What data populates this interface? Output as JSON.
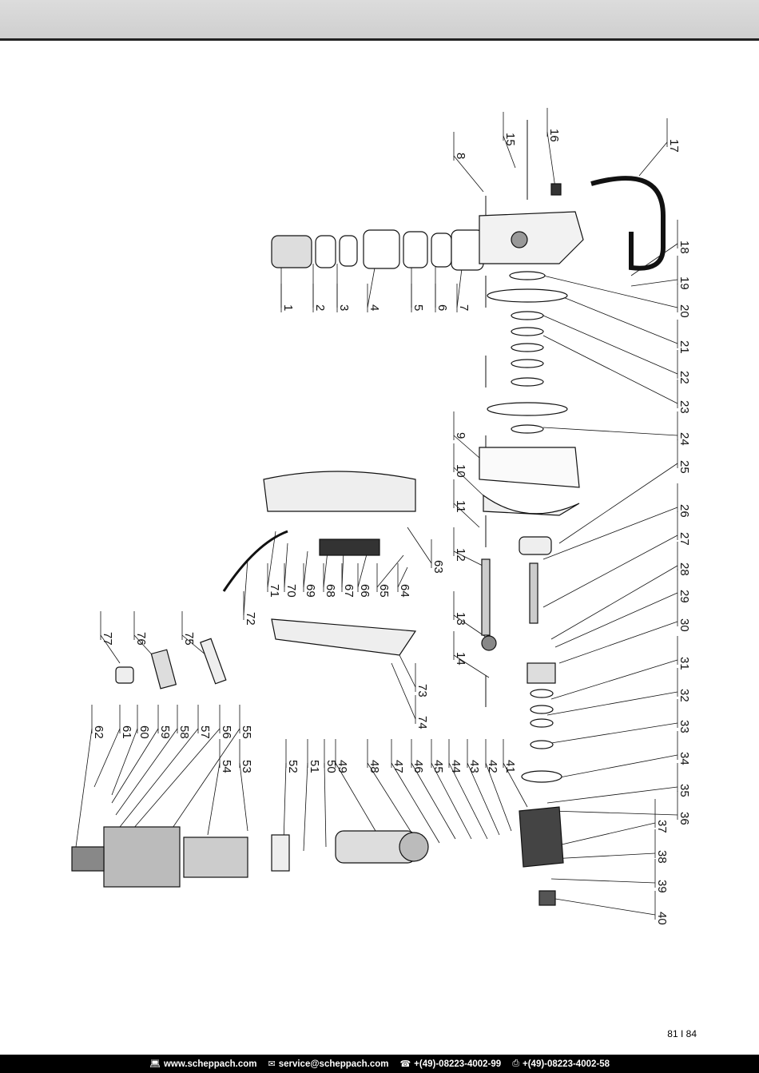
{
  "callouts": [
    "1",
    "2",
    "3",
    "4",
    "5",
    "6",
    "7",
    "8",
    "9",
    "10",
    "11",
    "12",
    "13",
    "14",
    "15",
    "16",
    "17",
    "18",
    "19",
    "20",
    "21",
    "22",
    "23",
    "24",
    "25",
    "26",
    "27",
    "28",
    "29",
    "30",
    "31",
    "32",
    "33",
    "34",
    "35",
    "36",
    "37",
    "38",
    "39",
    "40",
    "41",
    "42",
    "43",
    "44",
    "45",
    "46",
    "47",
    "48",
    "49",
    "50",
    "51",
    "52",
    "53",
    "54",
    "55",
    "56",
    "57",
    "58",
    "59",
    "60",
    "61",
    "62",
    "63",
    "64",
    "65",
    "66",
    "67",
    "68",
    "69",
    "70",
    "71",
    "72",
    "73",
    "74",
    "75",
    "76",
    "77"
  ],
  "page_number": "81 I 84",
  "footer": {
    "website": "www.scheppach.com",
    "email": "service@scheppach.com",
    "phone": "+(49)-08223-4002-99",
    "fax": "+(49)-08223-4002-58",
    "website_icon": "computer-icon",
    "email_icon": "mail-icon",
    "phone_icon": "phone-icon",
    "fax_icon": "fax-icon"
  }
}
